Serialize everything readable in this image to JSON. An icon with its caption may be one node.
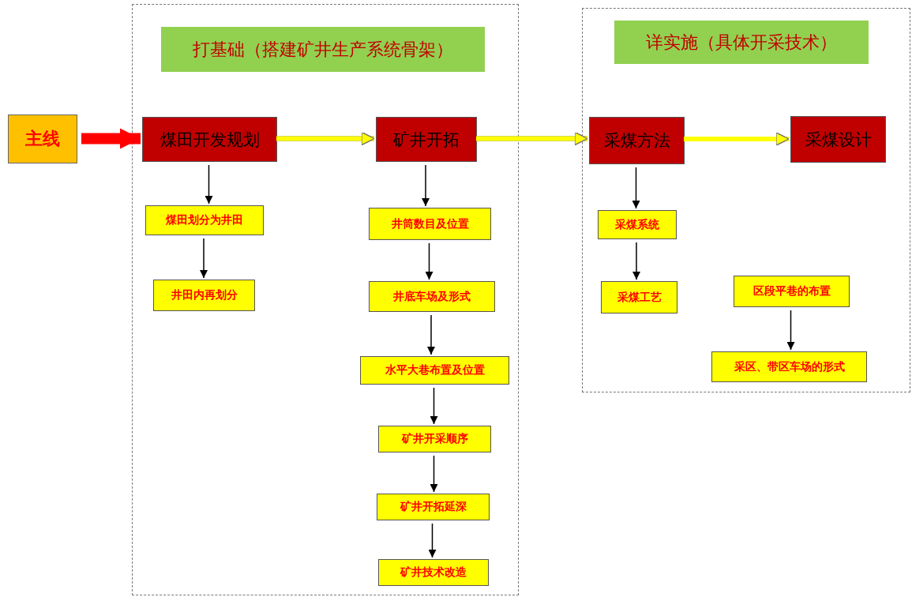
{
  "diagram": {
    "nodes": [
      {
        "text": [
          "主线"
        ]
      },
      {
        "text": [],
        "shape": "box"
      },
      {
        "text": [
          "打基础（搭建矿井生产系统骨架）"
        ],
        "in": 1
      },
      {
        "text": [
          "煤田开发规划"
        ],
        "in": 1
      },
      {
        "text": [
          "矿井开拓"
        ],
        "in": 1
      },
      {
        "text": [
          "煤田划分为井田"
        ],
        "in": 1
      },
      {
        "text": [
          "井田内再划分"
        ],
        "in": 1
      },
      {
        "text": [
          "井筒数目及位置"
        ],
        "in": 1
      },
      {
        "text": [
          "井底车场及形式"
        ],
        "in": 1
      },
      {
        "text": [
          "水平大巷布置及位置"
        ],
        "in": 1
      },
      {
        "text": [
          "矿井开采顺序"
        ],
        "in": 1
      },
      {
        "text": [
          "矿井开拓延深"
        ],
        "in": 1
      },
      {
        "text": [
          "矿井技术改造"
        ],
        "in": 1
      },
      {
        "text": [],
        "shape": "box"
      },
      {
        "text": [
          "详实施（具体开采技术）"
        ],
        "in": 13
      },
      {
        "text": [
          "采煤方法"
        ],
        "in": 13
      },
      {
        "text": [
          "采煤设计"
        ],
        "in": 13
      },
      {
        "text": [
          "采煤系统"
        ],
        "in": 13
      },
      {
        "text": [
          "采煤工艺"
        ],
        "in": 13
      },
      {
        "text": [
          "区段平巷的布置"
        ],
        "in": 13
      },
      {
        "text": [
          "采区、带区车场的形式"
        ],
        "in": 13
      }
    ],
    "edges": [
      {
        "from": 0,
        "to": 3,
        "arrow": "to",
        "style": "thick",
        "color": "#ff0000"
      },
      {
        "from": 3,
        "to": 4,
        "arrow": "to",
        "style": "thick",
        "color": "#ffff00"
      },
      {
        "from": 4,
        "to": 15,
        "arrow": "to",
        "style": "thick",
        "color": "#ffff00"
      },
      {
        "from": 15,
        "to": 16,
        "arrow": "to",
        "style": "thick",
        "color": "#ffff00"
      },
      {
        "from": 3,
        "to": 5,
        "arrow": "to"
      },
      {
        "from": 5,
        "to": 6,
        "arrow": "to"
      },
      {
        "from": 4,
        "to": 7,
        "arrow": "to"
      },
      {
        "from": 7,
        "to": 8,
        "arrow": "to"
      },
      {
        "from": 8,
        "to": 9,
        "arrow": "to"
      },
      {
        "from": 9,
        "to": 10,
        "arrow": "to"
      },
      {
        "from": 10,
        "to": 11,
        "arrow": "to"
      },
      {
        "from": 11,
        "to": 12,
        "arrow": "to"
      },
      {
        "from": 15,
        "to": 17,
        "arrow": "to"
      },
      {
        "from": 17,
        "to": 18,
        "arrow": "to"
      },
      {
        "from": 19,
        "to": 20,
        "arrow": "to"
      }
    ]
  }
}
